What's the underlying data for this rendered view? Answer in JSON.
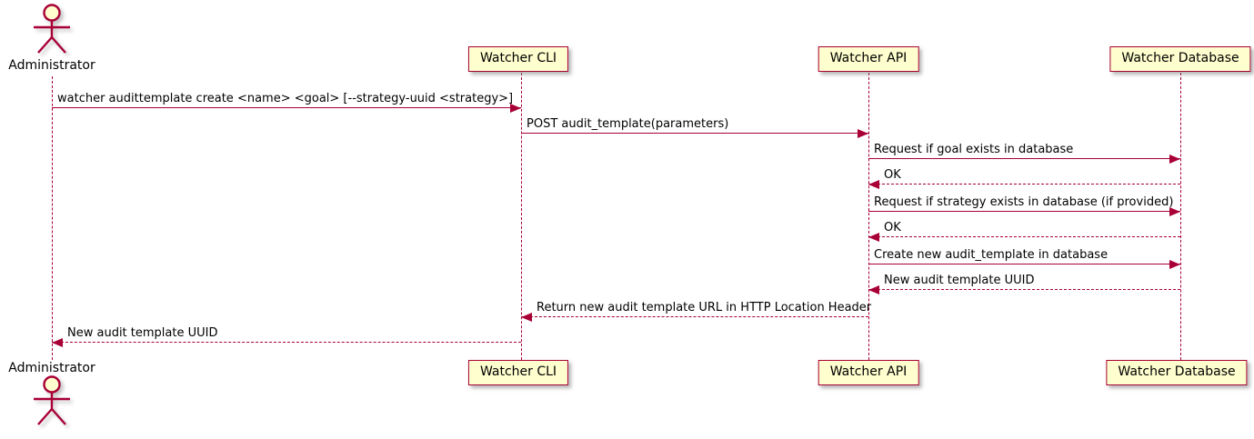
{
  "diagram": {
    "type": "uml-sequence-diagram",
    "colors": {
      "line": "#A80036",
      "participant_fill": "#FEFECE",
      "participant_border": "#A80036",
      "text": "#000000",
      "background": "#ffffff"
    },
    "actor": {
      "name": "Administrator"
    },
    "participants": [
      {
        "label": "Watcher CLI"
      },
      {
        "label": "Watcher API"
      },
      {
        "label": "Watcher Database"
      }
    ],
    "messages": [
      {
        "from": "Administrator",
        "to": "Watcher CLI",
        "style": "solid",
        "label": "watcher audittemplate create <name> <goal> [--strategy-uuid <strategy>]"
      },
      {
        "from": "Watcher CLI",
        "to": "Watcher API",
        "style": "solid",
        "label": "POST audit_template(parameters)"
      },
      {
        "from": "Watcher API",
        "to": "Watcher Database",
        "style": "solid",
        "label": "Request if goal exists in database"
      },
      {
        "from": "Watcher Database",
        "to": "Watcher API",
        "style": "dashed",
        "label": "OK"
      },
      {
        "from": "Watcher API",
        "to": "Watcher Database",
        "style": "solid",
        "label": "Request if strategy exists in database (if provided)"
      },
      {
        "from": "Watcher Database",
        "to": "Watcher API",
        "style": "dashed",
        "label": "OK"
      },
      {
        "from": "Watcher API",
        "to": "Watcher Database",
        "style": "solid",
        "label": "Create new audit_template in database"
      },
      {
        "from": "Watcher Database",
        "to": "Watcher API",
        "style": "dashed",
        "label": "New audit template UUID"
      },
      {
        "from": "Watcher API",
        "to": "Watcher CLI",
        "style": "dashed",
        "label": "Return new audit template URL in HTTP Location Header"
      },
      {
        "from": "Watcher CLI",
        "to": "Administrator",
        "style": "dashed",
        "label": "New audit template UUID"
      }
    ]
  }
}
